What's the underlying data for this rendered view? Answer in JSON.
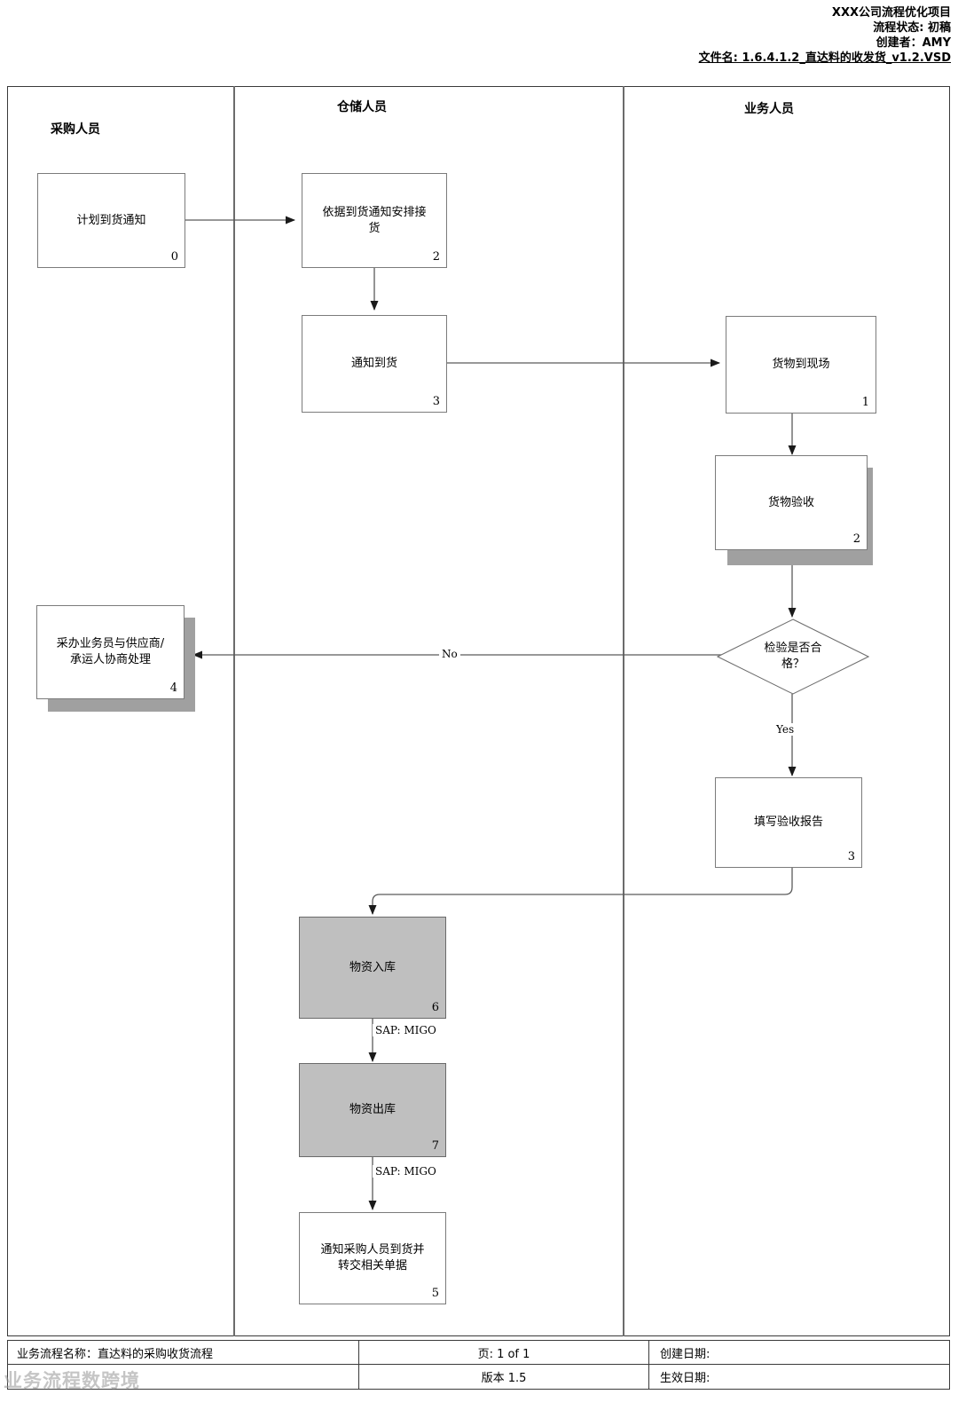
{
  "header": {
    "project": "XXX公司流程优化项目",
    "status": "流程状态: 初稿",
    "creator": "创建者：AMY",
    "filename": "文件名: 1.6.4.1.2_直达料的收发货_v1.2.VSD"
  },
  "lanes": [
    {
      "id": "purchasing",
      "title": "采购人员"
    },
    {
      "id": "warehouse",
      "title": "仓储人员"
    },
    {
      "id": "business",
      "title": "业务人员"
    }
  ],
  "nodes": [
    {
      "key": "plan_arrival_notice",
      "label": "计划到货通知",
      "num": "0",
      "lane": "purchasing",
      "shape": "process",
      "fill": "white"
    },
    {
      "key": "arrange_receiving",
      "label": "依据到货通知安排接\n货",
      "num": "2",
      "lane": "warehouse",
      "shape": "process",
      "fill": "white"
    },
    {
      "key": "notify_arrival",
      "label": "通知到货",
      "num": "3",
      "lane": "warehouse",
      "shape": "process",
      "fill": "white"
    },
    {
      "key": "goods_on_site",
      "label": "货物到现场",
      "num": "1",
      "lane": "business",
      "shape": "process",
      "fill": "white"
    },
    {
      "key": "goods_inspection",
      "label": "货物验收",
      "num": "2",
      "lane": "business",
      "shape": "process",
      "fill": "white",
      "shadow": true
    },
    {
      "key": "inspection_decision",
      "label": "检验是否合\n格？",
      "num": "",
      "lane": "business",
      "shape": "decision"
    },
    {
      "key": "negotiate_supplier",
      "label": "采办业务员与供应商/\n承运人协商处理",
      "num": "4",
      "lane": "purchasing",
      "shape": "process",
      "fill": "white",
      "shadow": true
    },
    {
      "key": "fill_report",
      "label": "填写验收报告",
      "num": "3",
      "lane": "business",
      "shape": "process",
      "fill": "white"
    },
    {
      "key": "goods_in",
      "label": "物资入库",
      "num": "6",
      "lane": "warehouse",
      "shape": "process",
      "fill": "gray"
    },
    {
      "key": "goods_out",
      "label": "物资出库",
      "num": "7",
      "lane": "warehouse",
      "shape": "process",
      "fill": "gray"
    },
    {
      "key": "notify_purchaser",
      "label": "通知采购人员到货并\n转交相关单据",
      "num": "5",
      "lane": "warehouse",
      "shape": "process",
      "fill": "white"
    }
  ],
  "edge_labels": {
    "no": "No",
    "yes": "Yes",
    "sap_in": "SAP: MIGO",
    "sap_out": "SAP: MIGO"
  },
  "footer": {
    "process_name": "业务流程名称：直达料的采购收货流程",
    "page": "页: 1 of 1",
    "created_date": "创建日期:",
    "version": "版本 1.5",
    "effective_date": "生效日期:",
    "watermark": "业务流程数跨境"
  },
  "colors": {
    "gray_fill": "#bfbfbf",
    "shadow": "#a0a0a0",
    "border": "#7b7b7b",
    "frame": "#3a3a3a"
  }
}
